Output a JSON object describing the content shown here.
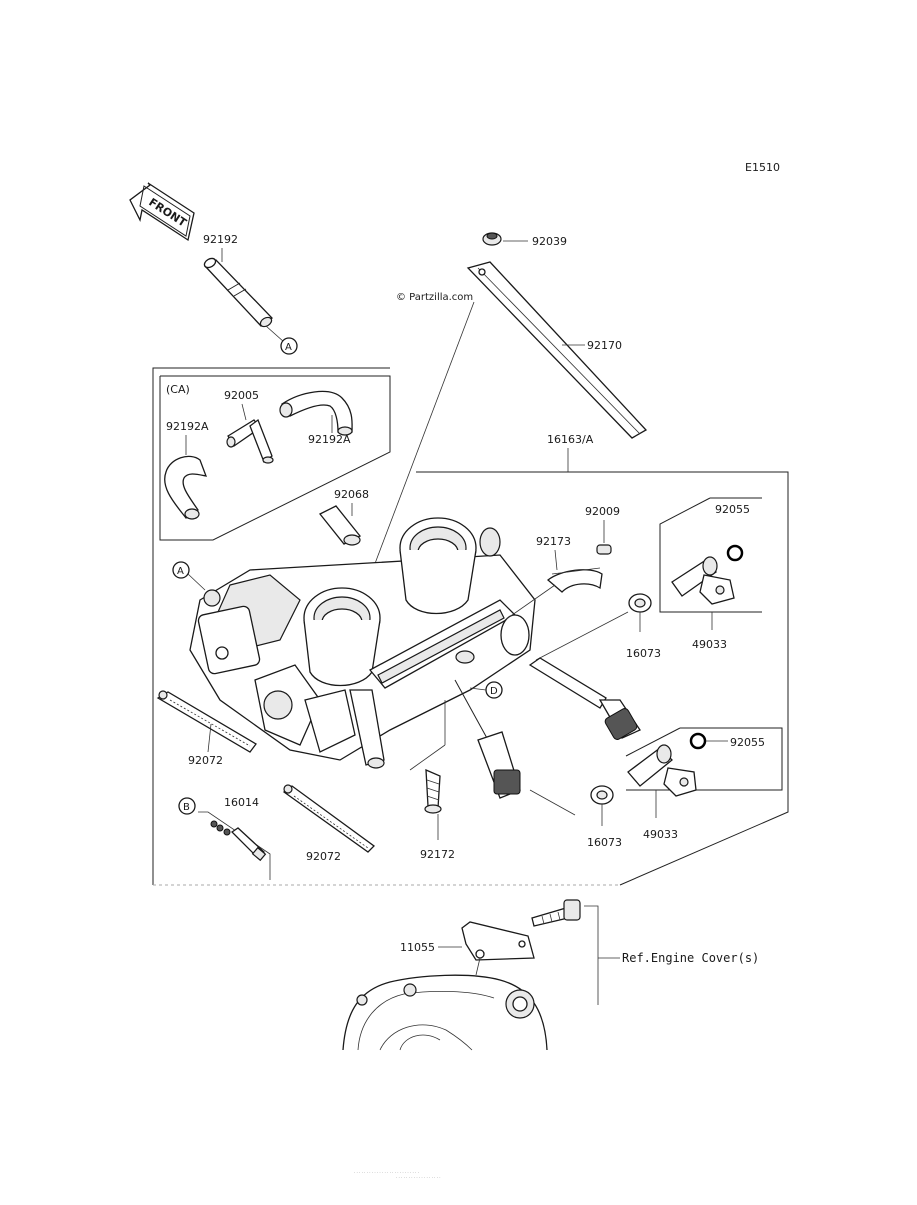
{
  "diagram": {
    "code": "E1510",
    "front_label": "FRONT",
    "watermark": "© Partzilla.com",
    "variant_label": "(CA)",
    "ref_text": "Ref.Engine Cover(s)",
    "callouts": {
      "a_top": "A",
      "a_left": "A",
      "b": "B",
      "d": "D"
    },
    "parts": {
      "p92192": "92192",
      "p92039": "92039",
      "p92170": "92170",
      "p92005": "92005",
      "p92192a_left": "92192A",
      "p92192a_right": "92192A",
      "p16163": "16163/A",
      "p92068": "92068",
      "p92009": "92009",
      "p92055_top": "92055",
      "p92173": "92173",
      "p16073_top": "16073",
      "p49033_top": "49033",
      "p92072_left": "92072",
      "p16014": "16014",
      "p92072_bottom": "92072",
      "p92172": "92172",
      "p92055_bottom": "92055",
      "p16073_bottom": "16073",
      "p49033_bottom": "49033",
      "p11055": "11055"
    }
  }
}
